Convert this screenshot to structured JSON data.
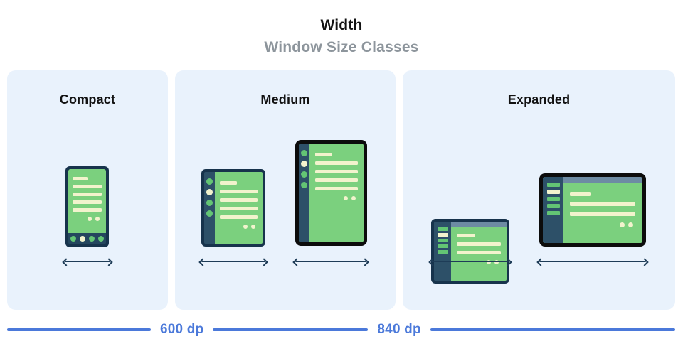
{
  "header": {
    "title": "Width",
    "subtitle": "Window Size Classes"
  },
  "panels": [
    {
      "label": "Compact",
      "devices": [
        {
          "type": "phone"
        }
      ]
    },
    {
      "label": "Medium",
      "devices": [
        {
          "type": "foldable-open-portrait"
        },
        {
          "type": "tablet-portrait"
        }
      ]
    },
    {
      "label": "Expanded",
      "devices": [
        {
          "type": "foldable-open-landscape"
        },
        {
          "type": "desktop-monitor"
        }
      ]
    }
  ],
  "ruler": {
    "labels": [
      "600 dp",
      "840 dp"
    ]
  },
  "colors": {
    "page-bg": "#ffffff",
    "panel-bg": "#e9f2fc",
    "title-color": "#121212",
    "subtitle-color": "#8d959c",
    "frame-navy": "#17334c",
    "rail-navy": "#2d5068",
    "navbar-navy": "#24465e",
    "frame-black": "#0c0c0c",
    "screen-green": "#7bd07e",
    "dot-green": "#63c574",
    "cream": "#f2f3cd",
    "topbar-steel": "#6d8ba3",
    "arrow-navy": "#1e3c57",
    "ruler-blue": "#4b79da"
  }
}
